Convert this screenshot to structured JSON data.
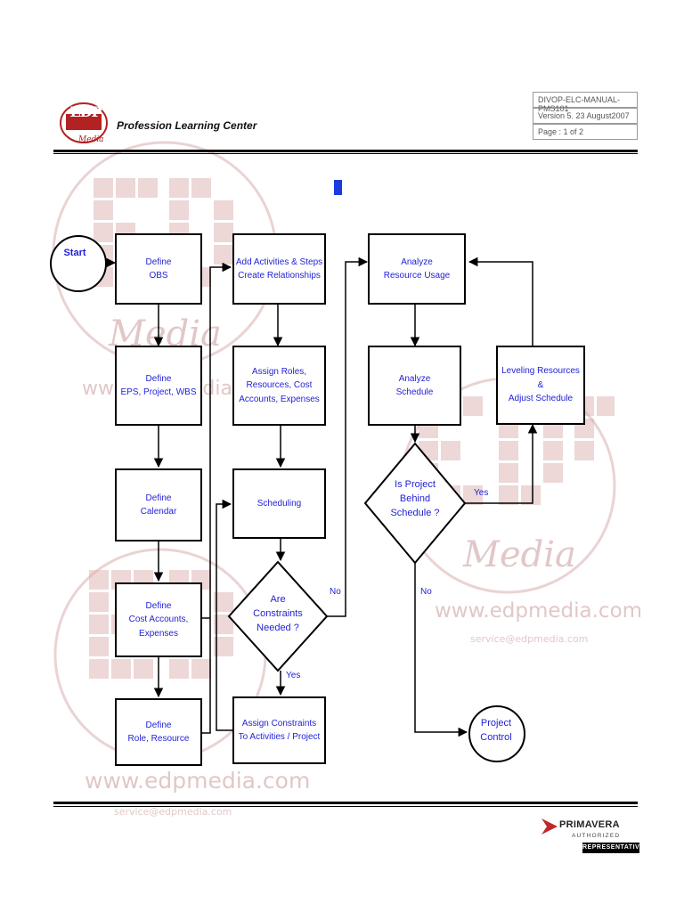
{
  "header": {
    "logo_text": "EDP",
    "logo_subtext": "Media",
    "center_name": "Profession Learning Center",
    "doc_id": "DIVOP-ELC-MANUAL-PMS101",
    "version": "Version 5. 23 August2007",
    "page": "Page : 1 of 2"
  },
  "watermark": {
    "brand": "Media",
    "url": "www.edpmedia.com",
    "email": "service@edpmedia.com"
  },
  "flow": {
    "start": "Start",
    "define_obs": "Define\nOBS",
    "define_eps": "Define\nEPS, Project, WBS",
    "define_calendar": "Define\nCalendar",
    "define_cost": "Define\nCost Accounts,\nExpenses",
    "define_role": "Define\nRole, Resource",
    "add_activities": "Add Activities & Steps\nCreate Relationships",
    "assign_roles": "Assign Roles,\nResources, Cost\nAccounts, Expenses",
    "scheduling": "Scheduling",
    "constraints_q": "Are\nConstraints\nNeeded ?",
    "assign_constraints": "Assign Constraints\nTo Activities / Project",
    "analyze_resource": "Analyze\nResource Usage",
    "analyze_schedule": "Analyze\nSchedule",
    "leveling": "Leveling Resources\n&\nAdjust Schedule",
    "behind_q": "Is Project\nBehind\nSchedule ?",
    "project_control": "Project\nControl",
    "no_label_1": "No",
    "yes_label_1": "Yes",
    "yes_label_2": "Yes",
    "no_label_2": "No"
  },
  "footer": {
    "brand": "PRIMAVERA",
    "authorized": "AUTHORIZED",
    "representative": "REPRESENTATIVE"
  },
  "colors": {
    "flow_text": "#1f1fd6",
    "watermark": "#c99a9a",
    "logo_red": "#b22222",
    "primavera_red": "#c0282a"
  }
}
